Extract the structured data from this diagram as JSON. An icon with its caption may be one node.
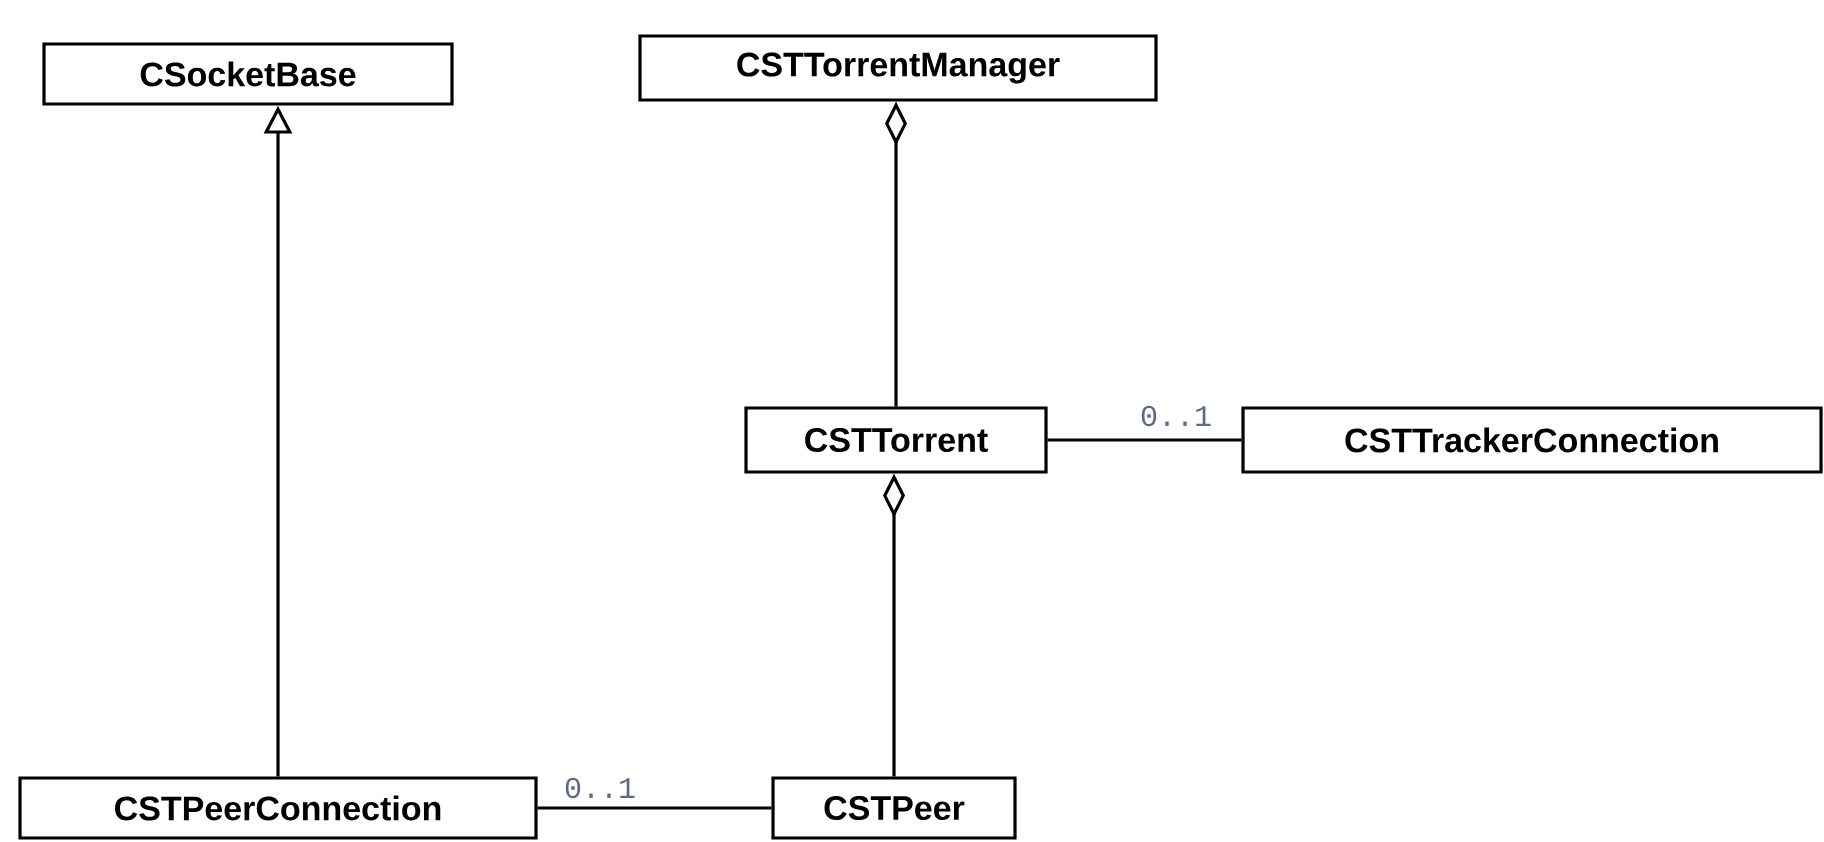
{
  "diagram": {
    "nodes": [
      {
        "text": [
          "CSocketBase"
        ]
      },
      {
        "text": [
          "CSTTorrentManager"
        ]
      },
      {
        "text": [
          "CSTTorrent"
        ]
      },
      {
        "text": [
          "CSTTrackerConnection"
        ]
      },
      {
        "text": [
          "CSTPeerConnection"
        ]
      },
      {
        "text": [
          "CSTPeer"
        ]
      }
    ],
    "edges": [
      {
        "from": 4,
        "to": 0,
        "arrow": "to"
      },
      {
        "from": 2,
        "to": 1,
        "arrow": "other"
      },
      {
        "from": 2,
        "to": 3,
        "arrow": "none",
        "label": "0..1"
      },
      {
        "from": 5,
        "to": 2,
        "arrow": "other"
      },
      {
        "from": 4,
        "to": 5,
        "arrow": "none",
        "label": "0..1"
      }
    ]
  }
}
